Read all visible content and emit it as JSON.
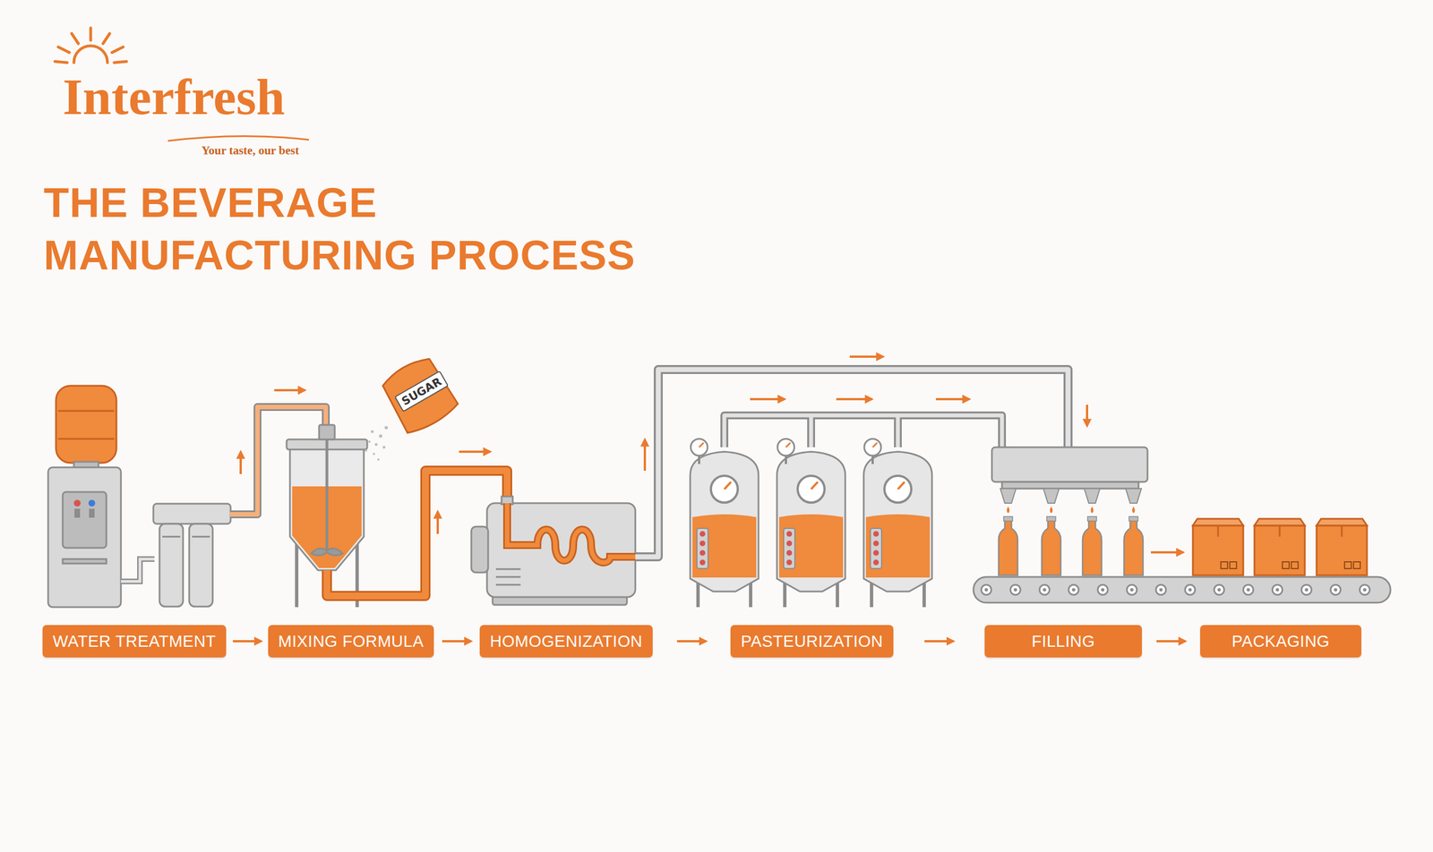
{
  "diagram": {
    "title": "THE BEVERAGE MANUFACTURING PROCESS",
    "nodes": [
      {
        "text": [
          "WATER TREATMENT"
        ]
      },
      {
        "text": [
          "MIXING FORMULA"
        ]
      },
      {
        "text": [
          "HOMOGENIZATION"
        ]
      },
      {
        "text": [
          "PASTEURIZATION"
        ]
      },
      {
        "text": [
          "FILLING"
        ]
      },
      {
        "text": [
          "PACKAGING"
        ]
      }
    ],
    "edges": [
      {
        "from": 0,
        "to": 1,
        "arrow": "to"
      },
      {
        "from": 1,
        "to": 2,
        "arrow": "to"
      },
      {
        "from": 2,
        "to": 3,
        "arrow": "to"
      },
      {
        "from": 3,
        "to": 4,
        "arrow": "to"
      },
      {
        "from": 4,
        "to": 5,
        "arrow": "to"
      }
    ],
    "labels": [
      "Interfresh",
      "Your taste, our best",
      "SUGAR"
    ]
  }
}
